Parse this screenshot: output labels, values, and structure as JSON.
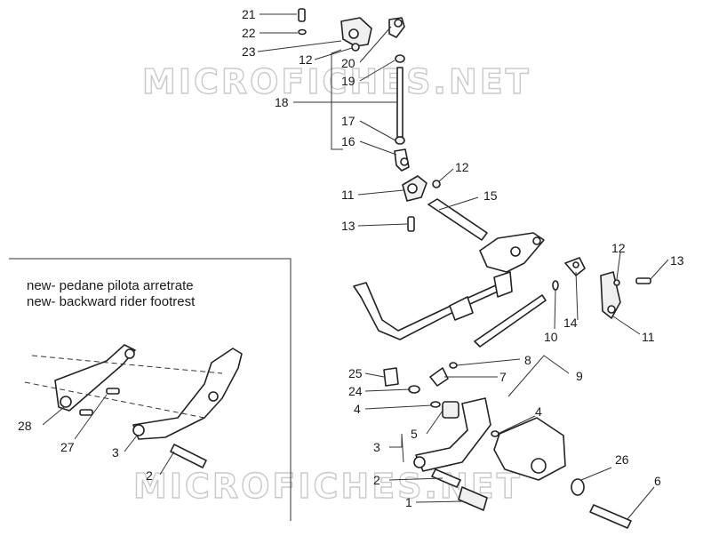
{
  "watermark": "MICROFICHES.NET",
  "note": {
    "line1": "new- pedane pilota arretrate",
    "line2": "new- backward rider footrest"
  },
  "labels": {
    "l1": "1",
    "l2a": "2",
    "l2b": "2",
    "l3a": "3",
    "l3b": "3",
    "l4a": "4",
    "l4b": "4",
    "l5": "5",
    "l6": "6",
    "l7": "7",
    "l8": "8",
    "l9": "9",
    "l10": "10",
    "l11a": "11",
    "l11b": "11",
    "l12a": "12",
    "l12b": "12",
    "l12c": "12",
    "l13a": "13",
    "l13b": "13",
    "l14": "14",
    "l15": "15",
    "l16": "16",
    "l17": "17",
    "l18": "18",
    "l19": "19",
    "l20": "20",
    "l21": "21",
    "l22": "22",
    "l23": "23",
    "l24": "24",
    "l25": "25",
    "l26": "26",
    "l27": "27",
    "l28": "28"
  }
}
